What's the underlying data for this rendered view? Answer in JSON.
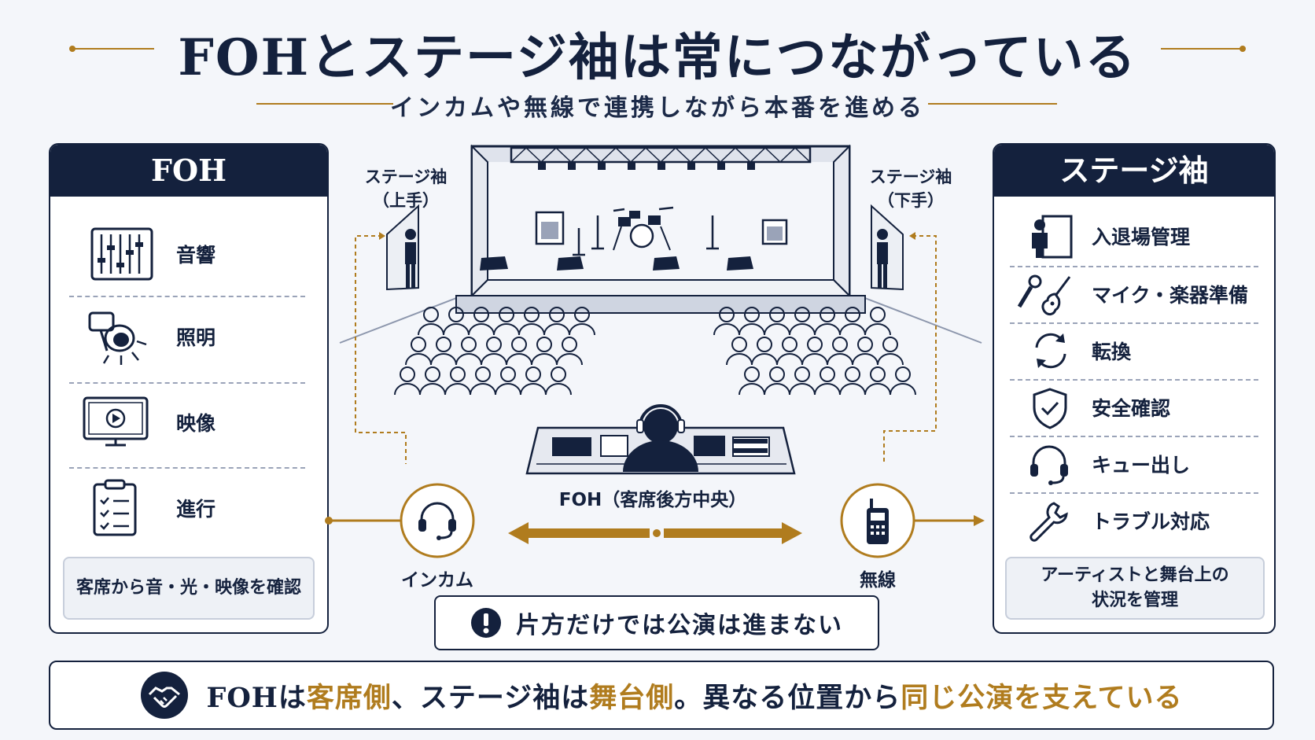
{
  "title": "FOHとステージ袖は常につながっている",
  "subtitle": "インカムや無線で連携しながら本番を進める",
  "foh_panel": {
    "heading": "FOH",
    "items": [
      {
        "label": "音響",
        "icon": "mixer-faders-icon"
      },
      {
        "label": "照明",
        "icon": "spotlight-icon"
      },
      {
        "label": "映像",
        "icon": "video-monitor-icon"
      },
      {
        "label": "進行",
        "icon": "clipboard-checklist-icon"
      }
    ],
    "note": "客席から音・光・映像を確認"
  },
  "stage_panel": {
    "heading": "ステージ袖",
    "items": [
      {
        "label": "入退場管理",
        "icon": "person-door-icon"
      },
      {
        "label": "マイク・楽器準備",
        "icon": "mic-guitar-icon"
      },
      {
        "label": "転換",
        "icon": "rotate-arrows-icon"
      },
      {
        "label": "安全確認",
        "icon": "shield-check-icon"
      },
      {
        "label": "キュー出し",
        "icon": "headset-icon"
      },
      {
        "label": "トラブル対応",
        "icon": "wrench-icon"
      }
    ],
    "note_line1": "アーティストと舞台上の",
    "note_line2": "状況を管理"
  },
  "diagram": {
    "wing_left_line1": "ステージ袖",
    "wing_left_line2": "（上手）",
    "wing_right_line1": "ステージ袖",
    "wing_right_line2": "（下手）",
    "foh_label": "FOH（客席後方中央）",
    "intercom_label": "インカム",
    "radio_label": "無線"
  },
  "warning": "片方だけでは公演は進まない",
  "footer": {
    "part1": "FOHは",
    "part2": "客席側",
    "part3": "、ステージ袖は",
    "part4": "舞台側",
    "part5": "。異なる位置から",
    "part6": "同じ公演",
    "part7": "を支えている"
  },
  "colors": {
    "navy": "#14213d",
    "gold": "#b07c1e",
    "background": "#f4f6fa"
  }
}
